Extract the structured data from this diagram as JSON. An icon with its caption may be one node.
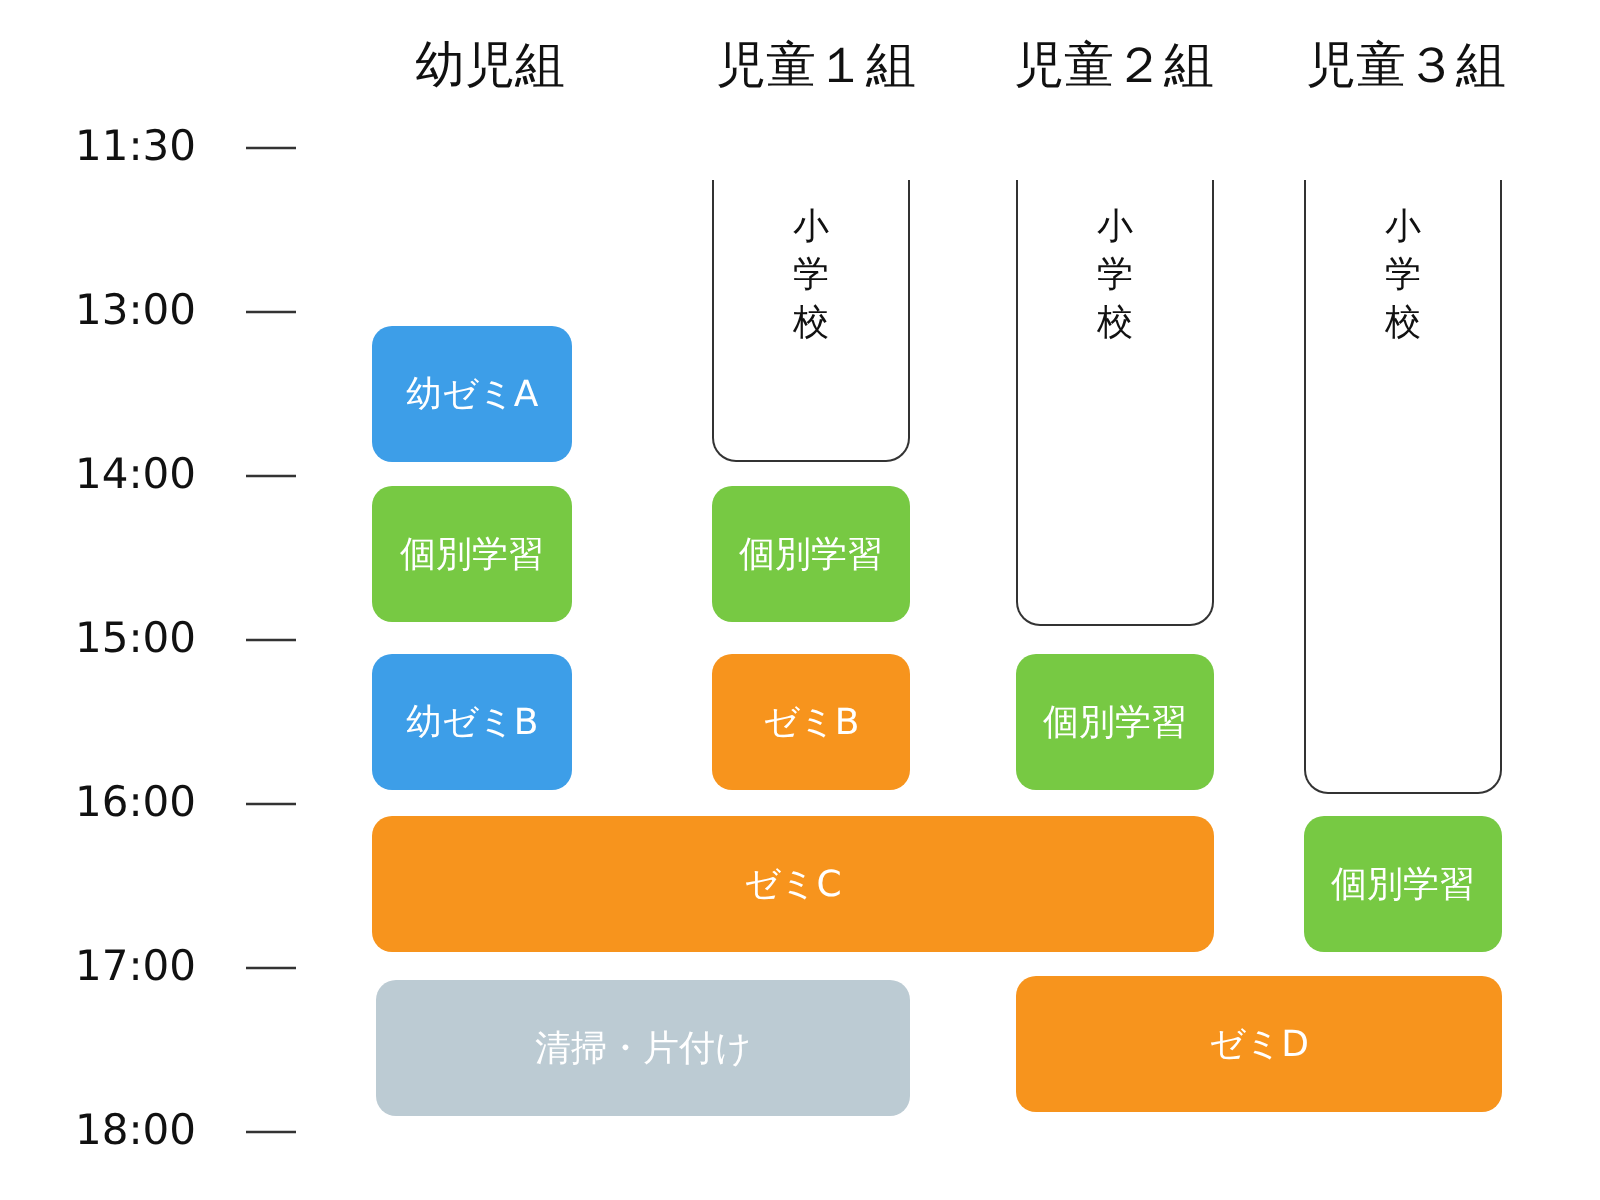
{
  "diagram": {
    "nodes": [
      {
        "text": [
          "小学校"
        ]
      },
      {
        "text": [
          "小学校"
        ]
      },
      {
        "text": [
          "小学校"
        ]
      },
      {
        "text": [
          "幼ゼミA"
        ]
      },
      {
        "text": [
          "個別学習"
        ]
      },
      {
        "text": [
          "個別学習"
        ]
      },
      {
        "text": [
          "幼ゼミB"
        ]
      },
      {
        "text": [
          "ゼミB"
        ]
      },
      {
        "text": [
          "個別学習"
        ]
      },
      {
        "text": [
          "ゼミC"
        ]
      },
      {
        "text": [
          "個別学習"
        ]
      },
      {
        "text": [
          "清掃・片付け"
        ]
      },
      {
        "text": [
          "ゼミD"
        ]
      }
    ],
    "edges": [],
    "labels": [
      "幼児組",
      "児童１組",
      "児童２組",
      "児童３組",
      "11:30",
      "13:00",
      "14:00",
      "15:00",
      "16:00",
      "17:00",
      "18:00"
    ]
  }
}
